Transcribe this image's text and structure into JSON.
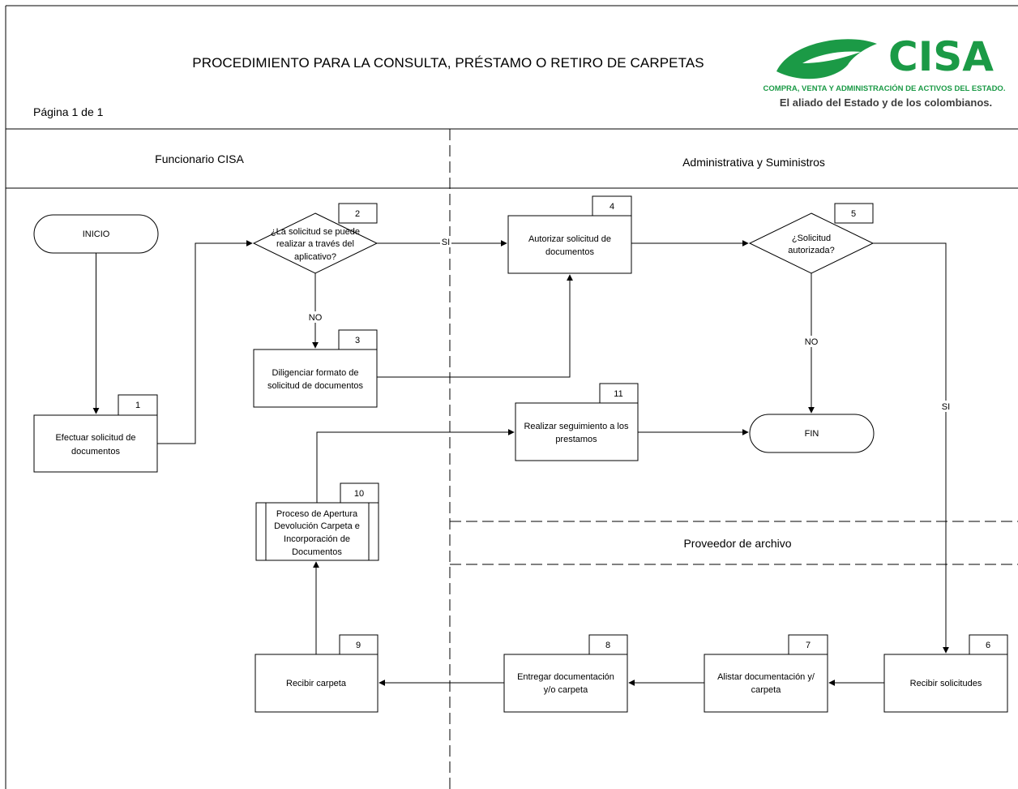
{
  "header": {
    "title": "PROCEDIMIENTO PARA LA CONSULTA, PRÉSTAMO O RETIRO DE CARPETAS",
    "page": "Página 1 de 1",
    "logo": {
      "word": "CISA",
      "subtitle": "COMPRA, VENTA Y ADMINISTRACIÓN DE ACTIVOS DEL ESTADO.",
      "tagline": "El aliado del Estado y de los colombianos.",
      "color": "#1b9a46"
    }
  },
  "lanes": {
    "left": "Funcionario CISA",
    "right": "Administrativa y Suministros",
    "provider": "Proveedor de archivo"
  },
  "nodes": {
    "inicio": "INICIO",
    "fin": "FIN",
    "n1": {
      "num": "1",
      "lines": [
        "Efectuar  solicitud de",
        "documentos"
      ]
    },
    "n2": {
      "num": "2",
      "lines": [
        "¿La solicitud se puede",
        "realizar a través del",
        "aplicativo?"
      ]
    },
    "n3": {
      "num": "3",
      "lines": [
        "Diligenciar formato de",
        "solicitud de documentos"
      ]
    },
    "n4": {
      "num": "4",
      "lines": [
        "Autorizar  solicitud de",
        "documentos"
      ]
    },
    "n5": {
      "num": "5",
      "lines": [
        "¿Solicitud",
        "autorizada?"
      ]
    },
    "n6": {
      "num": "6",
      "lines": [
        "Recibir solicitudes"
      ]
    },
    "n7": {
      "num": "7",
      "lines": [
        "Alistar documentación y/",
        "carpeta"
      ]
    },
    "n8": {
      "num": "8",
      "lines": [
        "Entregar documentación",
        "y/o carpeta"
      ]
    },
    "n9": {
      "num": "9",
      "lines": [
        "Recibir carpeta"
      ]
    },
    "n10": {
      "num": "10",
      "lines": [
        "Proceso de Apertura",
        "Devolución Carpeta e",
        "Incorporación de",
        "Documentos"
      ]
    },
    "n11": {
      "num": "11",
      "lines": [
        "Realizar seguimiento a los",
        "prestamos"
      ]
    }
  },
  "edge_labels": {
    "si_2_4": "SI",
    "no_2_3": "NO",
    "no_5_fin": "NO",
    "si_5_6": "SI"
  }
}
